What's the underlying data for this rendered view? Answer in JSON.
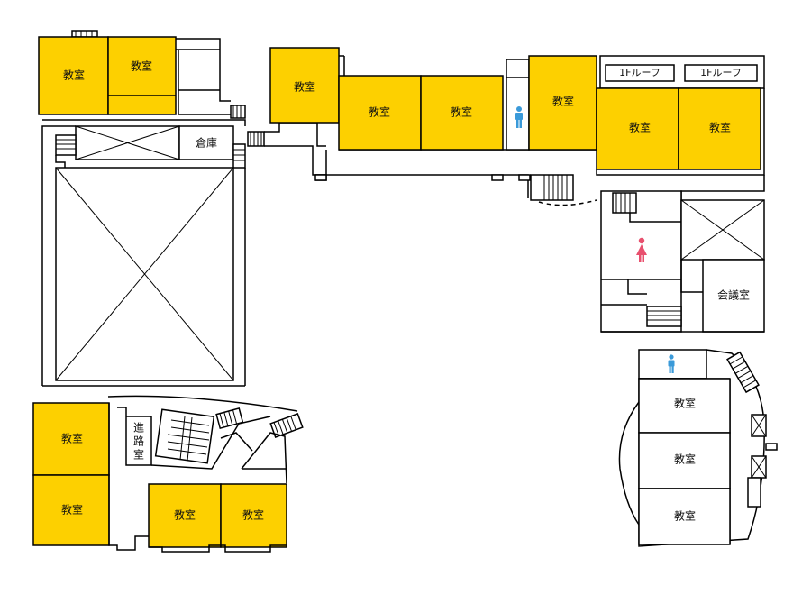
{
  "labels": {
    "classroom": "教室",
    "storage": "倉庫",
    "roof": "1Fルーフ",
    "meeting_room": "会議室",
    "career_room_chars": [
      "進",
      "路",
      "室"
    ]
  },
  "colors": {
    "classroom": "#fdd000",
    "male_restroom": "#3a9ad9",
    "female_restroom": "#e8506e"
  },
  "icons": {
    "male_restroom": "male-restroom-icon",
    "female_restroom": "female-restroom-icon"
  }
}
